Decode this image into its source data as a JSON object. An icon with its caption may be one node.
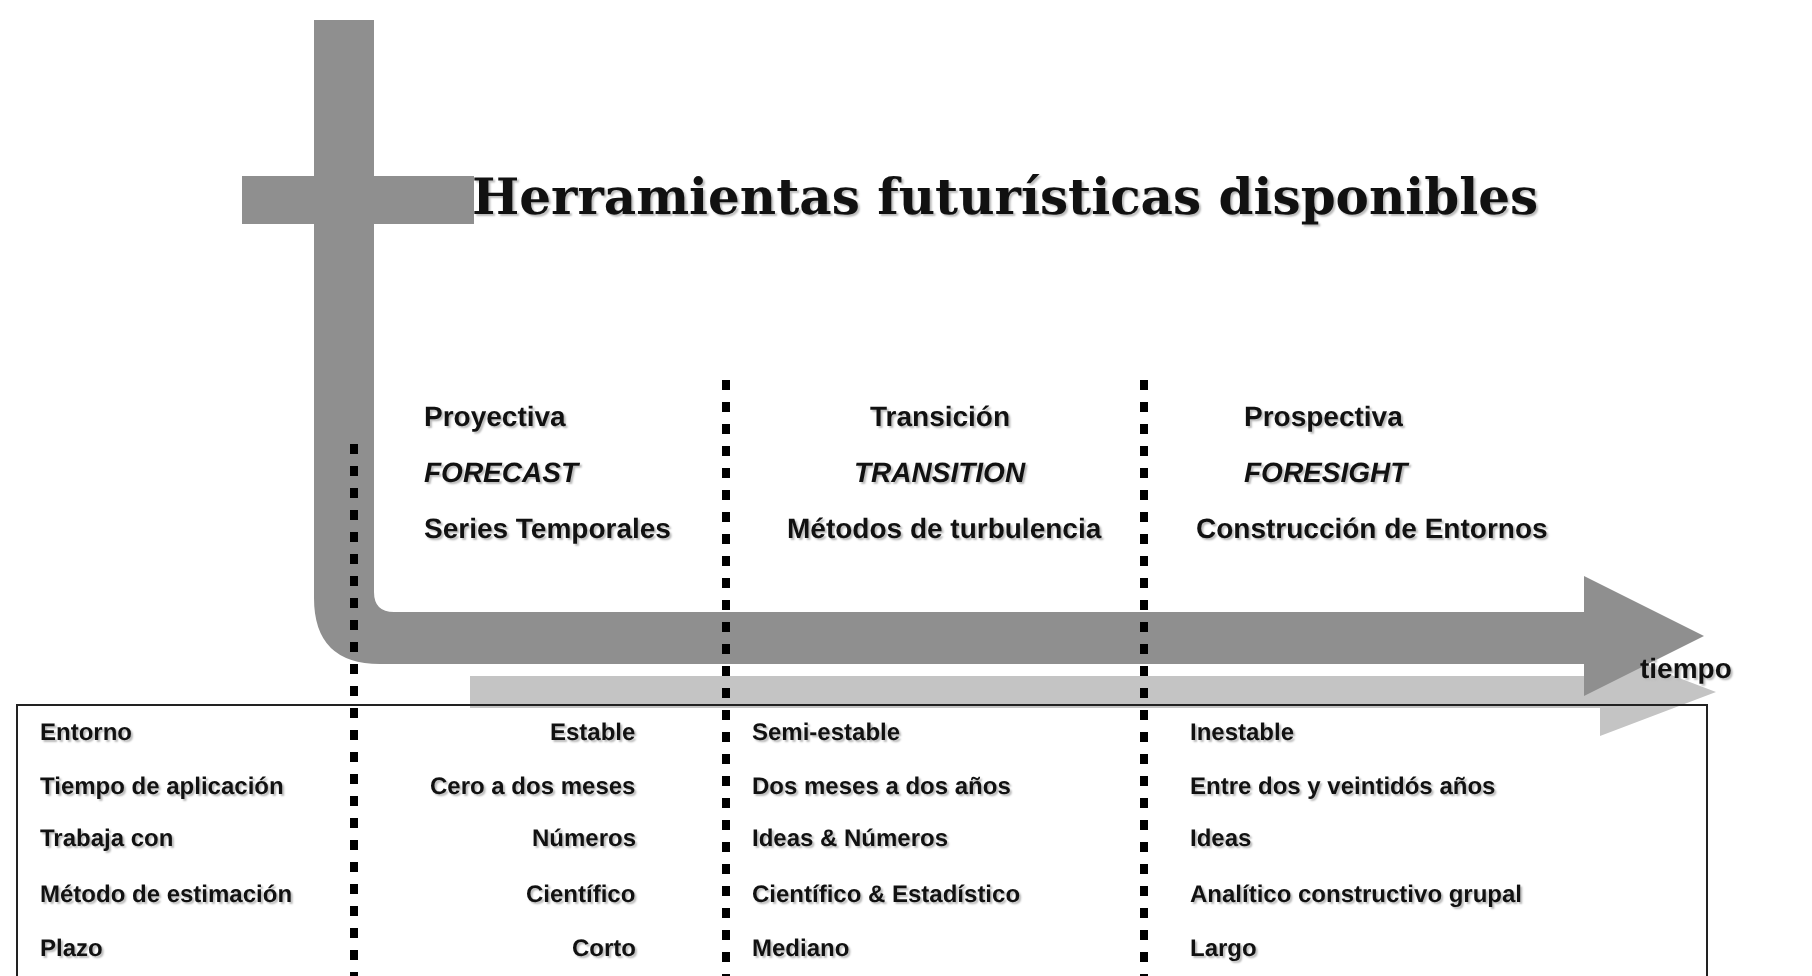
{
  "diagram": {
    "title": "Herramientas futurísticas disponibles",
    "labels": [
      "Proyectiva",
      "Transición",
      "Prospectiva",
      "FORECAST",
      "TRANSITION",
      "FORESIGHT",
      "Series Temporales",
      "Métodos de turbulencia",
      "Construcción de Entornos",
      "tiempo",
      "Entorno",
      "Estable",
      "Semi-estable",
      "Inestable",
      "Tiempo de aplicación",
      "Cero a dos meses",
      "Dos meses a dos años",
      "Entre dos y veintidós años",
      "Trabaja con",
      "Números",
      "Ideas & Números",
      "Ideas",
      "Método de estimación",
      "Científico",
      "Científico & Estadístico",
      "Analítico constructivo grupal",
      "Plazo",
      "Corto",
      "Mediano",
      "Largo"
    ]
  }
}
